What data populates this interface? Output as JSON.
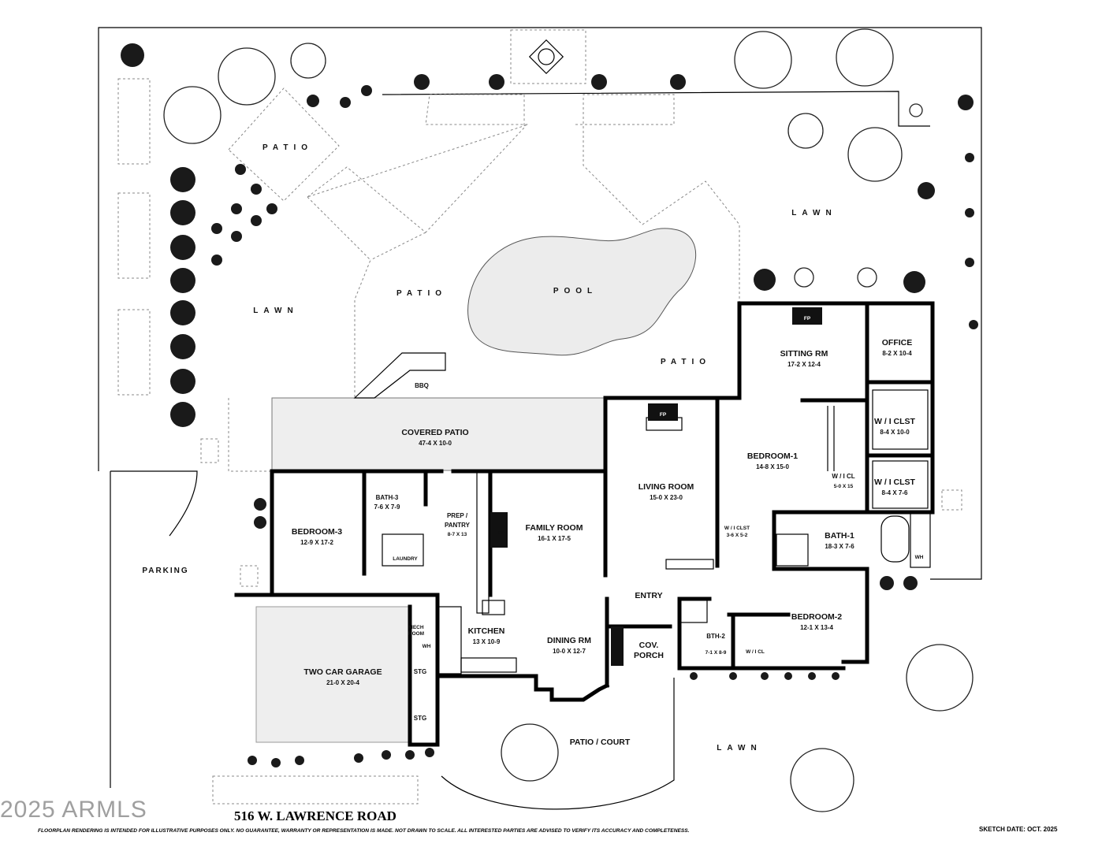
{
  "rooms": {
    "sitting_rm": {
      "name": "SITTING RM",
      "dims": "17-2 X 12-4"
    },
    "office": {
      "name": "OFFICE",
      "dims": "8-2 X 10-4"
    },
    "wi_clst_1": {
      "name": "W / I  CLST",
      "dims": "8-4  X  10-0"
    },
    "wi_clst_2": {
      "name": "W / I  CLST",
      "dims": "8-4  X  7-6"
    },
    "bedroom_1": {
      "name": "BEDROOM-1",
      "dims": "14-8  X  15-0"
    },
    "wi_cl_bed1": {
      "name": "W / I  CL",
      "dims": "5-0 X 15"
    },
    "wi_clst_small": {
      "name": "W / I CLST",
      "dims": "3-6  X  5-2"
    },
    "bath_1": {
      "name": "BATH-1",
      "dims": "18-3  X 7-6"
    },
    "living_room": {
      "name": "LIVING ROOM",
      "dims": "15-0  X  23-0"
    },
    "covered_patio": {
      "name": "COVERED PATIO",
      "dims": "47-4  X  10-0"
    },
    "bath_3": {
      "name": "BATH-3",
      "dims": "7-6 X 7-9"
    },
    "prep_pantry": {
      "name": "PREP /",
      "name2": "PANTRY",
      "dims": "8-7 X 13"
    },
    "family_room": {
      "name": "FAMILY ROOM",
      "dims": "16-1  X  17-5"
    },
    "bedroom_3": {
      "name": "BEDROOM-3",
      "dims": "12-9  X  17-2"
    },
    "laundry": {
      "name": "LAUNDRY"
    },
    "entry": {
      "name": "ENTRY"
    },
    "bedroom_2": {
      "name": "BEDROOM-2",
      "dims": "12-1  X  13-4"
    },
    "bth_2": {
      "name": "BTH-2",
      "dims": "7-1 X 8-9"
    },
    "wi_cl_bed2": {
      "name": "W / I  CL"
    },
    "cov_porch": {
      "name": "COV.",
      "name2": "PORCH"
    },
    "kitchen": {
      "name": "KITCHEN",
      "dims": "13 X 10-9"
    },
    "dining_rm": {
      "name": "DINING RM",
      "dims": "10-0  X  12-7"
    },
    "mech_room": {
      "name": "MECH",
      "name2": "ROOM"
    },
    "garage": {
      "name": "TWO CAR GARAGE",
      "dims": "21-0  X  20-4"
    },
    "stg_1": {
      "name": "STG"
    },
    "stg_2": {
      "name": "STG"
    }
  },
  "site": {
    "patio_nw": "PATIO",
    "patio_center": "PATIO",
    "patio_east": "PATIO",
    "pool": "POOL",
    "lawn_west": "LAWN",
    "lawn_east": "LAWN",
    "lawn_south": "LAWN",
    "bbq": "BBQ",
    "parking": "PARKING",
    "patio_court": "PATIO / COURT"
  },
  "fixtures": {
    "fireplace": "FP",
    "water_heater": "WH"
  },
  "footer": {
    "address": "516 W. LAWRENCE ROAD",
    "disclaimer": "FLOORPLAN RENDERING IS INTENDED FOR ILLUSTRATIVE PURPOSES ONLY.  NO GUARANTEE, WARRANTY OR REPRESENTATION IS MADE.  NOT DRAWN TO SCALE.  ALL INTERESTED PARTIES ARE ADVISED TO VERIFY ITS ACCURACY AND COMPLETENESS.",
    "sketch_date": "SKETCH DATE:  OCT. 2025",
    "watermark": "2025 ARMLS"
  }
}
